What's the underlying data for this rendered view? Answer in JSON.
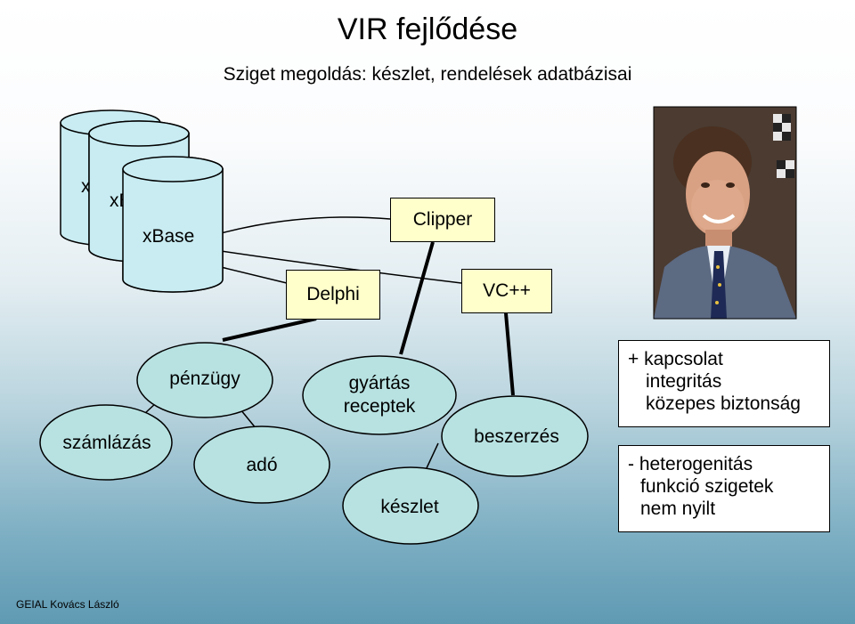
{
  "slide": {
    "title": "VIR fejlődése",
    "subtitle": "Sziget megoldás: készlet, rendelések adatbázisai",
    "footer": "GEIAL Kovács László"
  },
  "databases": {
    "back_label": "x",
    "middle_label": "xB",
    "front_label": "xBase"
  },
  "tools": {
    "clipper": "Clipper",
    "delphi": "Delphi",
    "vcpp": "VC++"
  },
  "modules": {
    "penzugy": "pénzügy",
    "szamlazas": "számlázás",
    "ado": "adó",
    "gyartas_line1": "gyártás",
    "gyartas_line2": "receptek",
    "keszlet": "készlet",
    "beszerzes": "beszerzés"
  },
  "pros": {
    "line1": "+ kapcsolat",
    "line2": "integritás",
    "line3": "közepes biztonság"
  },
  "cons": {
    "line1": "- heterogenitás",
    "line2": "funkció szigetek",
    "line3": "nem nyilt"
  },
  "colors": {
    "cylinder_fill": "#c8ecf2",
    "oval_fill": "#b8e2e2",
    "tool_box_fill": "#ffffcc"
  }
}
